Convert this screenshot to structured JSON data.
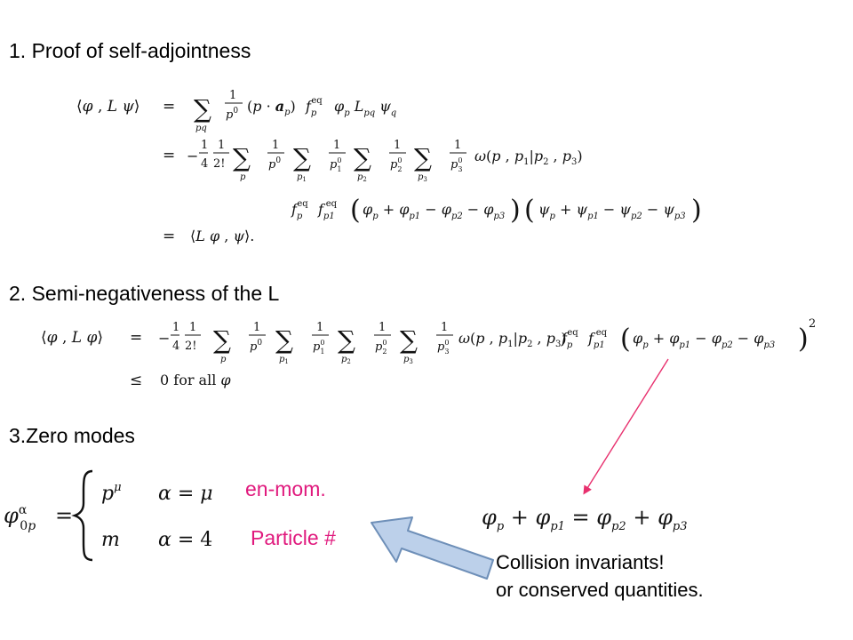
{
  "sections": {
    "s1_title": "1. Proof of self-adjointness",
    "s2_title": "2. Semi-negativeness of the L",
    "s3_title": "3.Zero modes"
  },
  "labels": {
    "en_mom": "en-mom.",
    "particle": "Particle #",
    "collision_line1": "Collision invariants!",
    "collision_line2": "or conserved quantities."
  },
  "equations": {
    "eq1_line1": "⟨φ , Lψ⟩ = Σpq (1/p⁰) (p·ap) fpeq φp Lpq ψq",
    "eq1_line2": "= −(1/4)(1/2!) Σp (1/p⁰) Σp1 (1/p1⁰) Σp2 (1/p2⁰) Σp3 (1/p3⁰) ω(p, p1|p2, p3)",
    "eq1_line3": "fpeq fp1eq (φp + φp1 − φp2 − φp3)(ψp + ψp1 − ψp2 − ψp3)",
    "eq1_line4": "= ⟨Lφ , ψ⟩.",
    "eq2_line1": "⟨φ , Lφ⟩ = −(1/4)(1/2!) Σp (1/p⁰) Σp1 (1/p1⁰) Σp2 (1/p2⁰) Σp3 (1/p3⁰) ω(p, p1|p2, p3) fpeq fp1eq (φp + φp1 − φp2 − φp3)²",
    "eq2_line2": "≤ 0 for all φ",
    "eq3": "φ0pα = { pμ α = μ ; m α = 4 }",
    "invariant": "φp + φp1 = φp2 + φp3"
  },
  "colors": {
    "label_pink": "#e0197d",
    "arrow_line": "#e8306e",
    "arrow_fill": "#bcd0ea",
    "arrow_stroke": "#6e8fb8"
  }
}
